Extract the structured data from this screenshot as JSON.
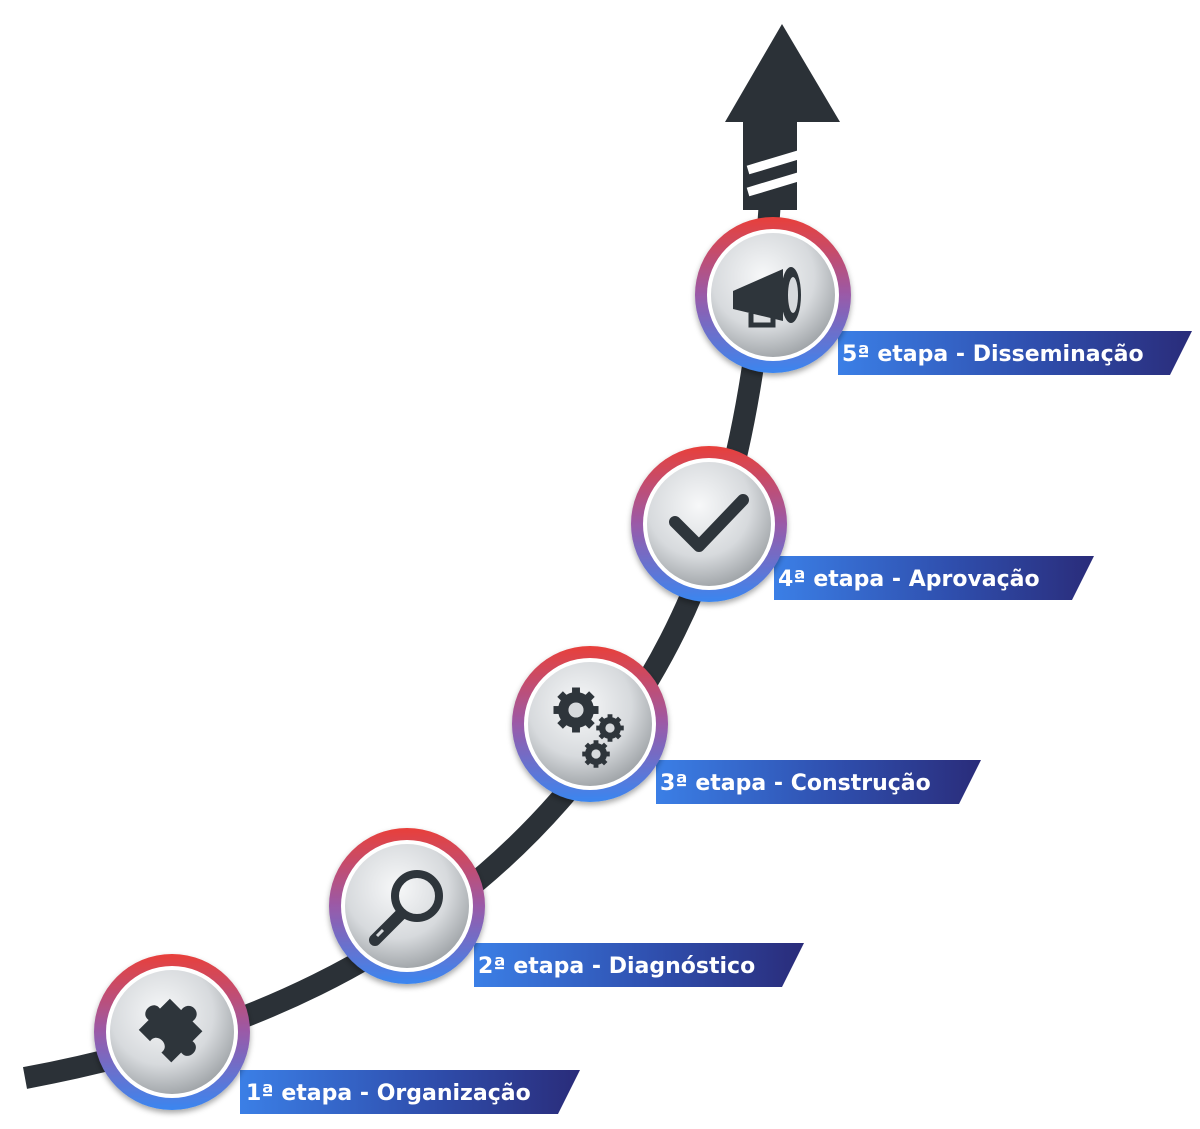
{
  "diagram": {
    "colors": {
      "path": "#2b3137",
      "ring_top": "#e8403a",
      "ring_bottom": "#3a86f0",
      "label_left": "#3b7fe6",
      "label_right": "#2a2c7a",
      "icon": "#2f353b",
      "disc_light": "#f6f7f8",
      "disc_dark": "#9ea3a8"
    },
    "stages": [
      {
        "label": "1ª etapa - Organização",
        "icon": "puzzle-icon"
      },
      {
        "label": "2ª etapa - Diagnóstico",
        "icon": "magnifier-icon"
      },
      {
        "label": "3ª etapa - Construção",
        "icon": "gears-icon"
      },
      {
        "label": "4ª etapa - Aprovação",
        "icon": "checkmark-icon"
      },
      {
        "label": "5ª etapa - Disseminação",
        "icon": "megaphone-icon"
      }
    ]
  }
}
